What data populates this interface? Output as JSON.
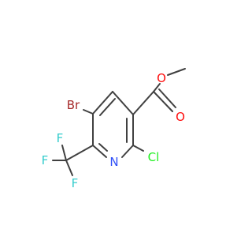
{
  "atoms": {
    "br": "Br",
    "n": "N",
    "cl": "Cl",
    "o_single": "O",
    "o_double": "O",
    "f_left": "F",
    "f_top": "F",
    "f_bottom": "F"
  },
  "colors": {
    "bond": "#404040",
    "carbon_bond": "#404040",
    "bromine": "#A62929",
    "nitrogen": "#3050F8",
    "chlorine": "#1FF01F",
    "oxygen": "#FF0D0D",
    "fluorine": "#33CCCC"
  }
}
